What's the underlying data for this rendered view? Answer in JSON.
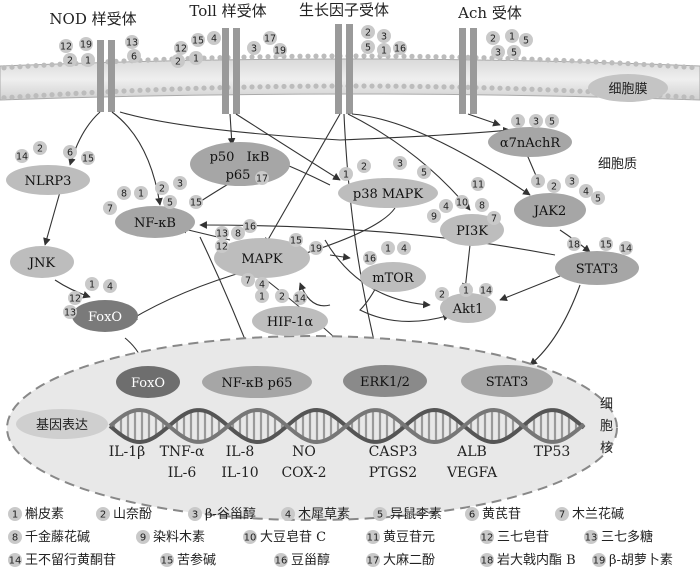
{
  "receptors": [
    {
      "id": "nod",
      "label": "NOD 样受体",
      "nums_left": [
        "12",
        "19",
        "2",
        "1"
      ],
      "nums_right": [
        "13",
        "6"
      ]
    },
    {
      "id": "toll",
      "label": "Toll 样受体",
      "nums_left": [
        "12",
        "15",
        "4",
        "2",
        "1"
      ],
      "nums_right": [
        "3",
        "17",
        "19"
      ]
    },
    {
      "id": "gf",
      "label": "生长因子受体",
      "nums_right": [
        "2",
        "3",
        "5",
        "1",
        "16"
      ]
    },
    {
      "id": "ach",
      "label": "Ach 受体",
      "nums_right": [
        "2",
        "1",
        "5",
        "3",
        "5"
      ]
    }
  ],
  "membrane_label": "细胞膜",
  "cytoplasm_label": "细胞质",
  "nucleus_label": "细胞核",
  "nodes": {
    "nlrp3": {
      "label": "NLRP3",
      "nums": [
        "14",
        "2",
        "6",
        "15"
      ]
    },
    "nfkb": {
      "label": "NF-κB",
      "nums": [
        "8",
        "1",
        "2",
        "3",
        "7",
        "5",
        "15"
      ]
    },
    "p50": {
      "label_a": "p50",
      "label_b": "IκB",
      "label_c": "p65",
      "nums": [
        "17"
      ]
    },
    "p38": {
      "label": "p38 MAPK",
      "nums": [
        "1",
        "2",
        "3",
        "5"
      ]
    },
    "a7": {
      "label": "α7nAchR",
      "nums": [
        "1",
        "3",
        "5"
      ]
    },
    "jak2": {
      "label": "JAK2",
      "nums": [
        "1",
        "2",
        "3",
        "4",
        "5"
      ]
    },
    "pi3k": {
      "label": "PI3K",
      "nums": [
        "11",
        "9",
        "4",
        "10",
        "8",
        "7"
      ]
    },
    "jnk": {
      "label": "JNK"
    },
    "mapk": {
      "label": "MAPK",
      "nums": [
        "13",
        "8",
        "16",
        "12",
        "15",
        "19",
        "7",
        "4"
      ]
    },
    "mtor": {
      "label": "mTOR",
      "nums": [
        "16",
        "1",
        "4"
      ]
    },
    "stat3": {
      "label": "STAT3",
      "nums": [
        "18",
        "15",
        "14"
      ]
    },
    "hif": {
      "label": "HIF-1α",
      "nums": [
        "1",
        "2",
        "14"
      ]
    },
    "akt1": {
      "label": "Akt1",
      "nums": [
        "2",
        "1",
        "14"
      ]
    },
    "foxo": {
      "label": "FoxO",
      "nums": [
        "1",
        "4",
        "12",
        "13"
      ]
    },
    "foxo_n": {
      "label": "FoxO"
    },
    "nfkbp65_n": {
      "label": "NF-κB p65"
    },
    "erk": {
      "label": "ERK1/2"
    },
    "stat3_n": {
      "label": "STAT3"
    }
  },
  "gene_box_label": "基因表达",
  "genes": [
    {
      "a": "IL-1β",
      "b": ""
    },
    {
      "a": "TNF-α",
      "b": "IL-6"
    },
    {
      "a": "IL-8",
      "b": "IL-10"
    },
    {
      "a": "NO",
      "b": "COX-2"
    },
    {
      "a": "CASP3",
      "b": "PTGS2"
    },
    {
      "a": "ALB",
      "b": "VEGFA"
    },
    {
      "a": "TP53",
      "b": ""
    }
  ],
  "legend": [
    {
      "n": "1",
      "name": "槲皮素"
    },
    {
      "n": "2",
      "name": "山奈酚"
    },
    {
      "n": "3",
      "name": "β-谷甾醇"
    },
    {
      "n": "4",
      "name": "木犀草素"
    },
    {
      "n": "5",
      "name": "异鼠李素"
    },
    {
      "n": "6",
      "name": "黄芪苷"
    },
    {
      "n": "7",
      "name": "木兰花碱"
    },
    {
      "n": "8",
      "name": "千金藤花碱"
    },
    {
      "n": "9",
      "name": "染料木素"
    },
    {
      "n": "10",
      "name": "大豆皂苷 C"
    },
    {
      "n": "11",
      "name": "黄豆苷元"
    },
    {
      "n": "12",
      "name": "三七皂苷"
    },
    {
      "n": "13",
      "name": "三七多糖"
    },
    {
      "n": "14",
      "name": "王不留行黄酮苷"
    },
    {
      "n": "15",
      "name": "苦参碱"
    },
    {
      "n": "16",
      "name": "豆甾醇"
    },
    {
      "n": "17",
      "name": "大麻二酚"
    },
    {
      "n": "18",
      "name": "岩大戟内酯 B"
    },
    {
      "n": "19",
      "name": "β-胡萝卜素"
    }
  ],
  "colors": {
    "node_light": "#bdbdbd",
    "node_mid": "#a6a6a6",
    "node_dark": "#6e6e6e",
    "receptor": "#9a9a9a",
    "membrane": "#c8c8c8",
    "badge": "#c9c9c9"
  }
}
